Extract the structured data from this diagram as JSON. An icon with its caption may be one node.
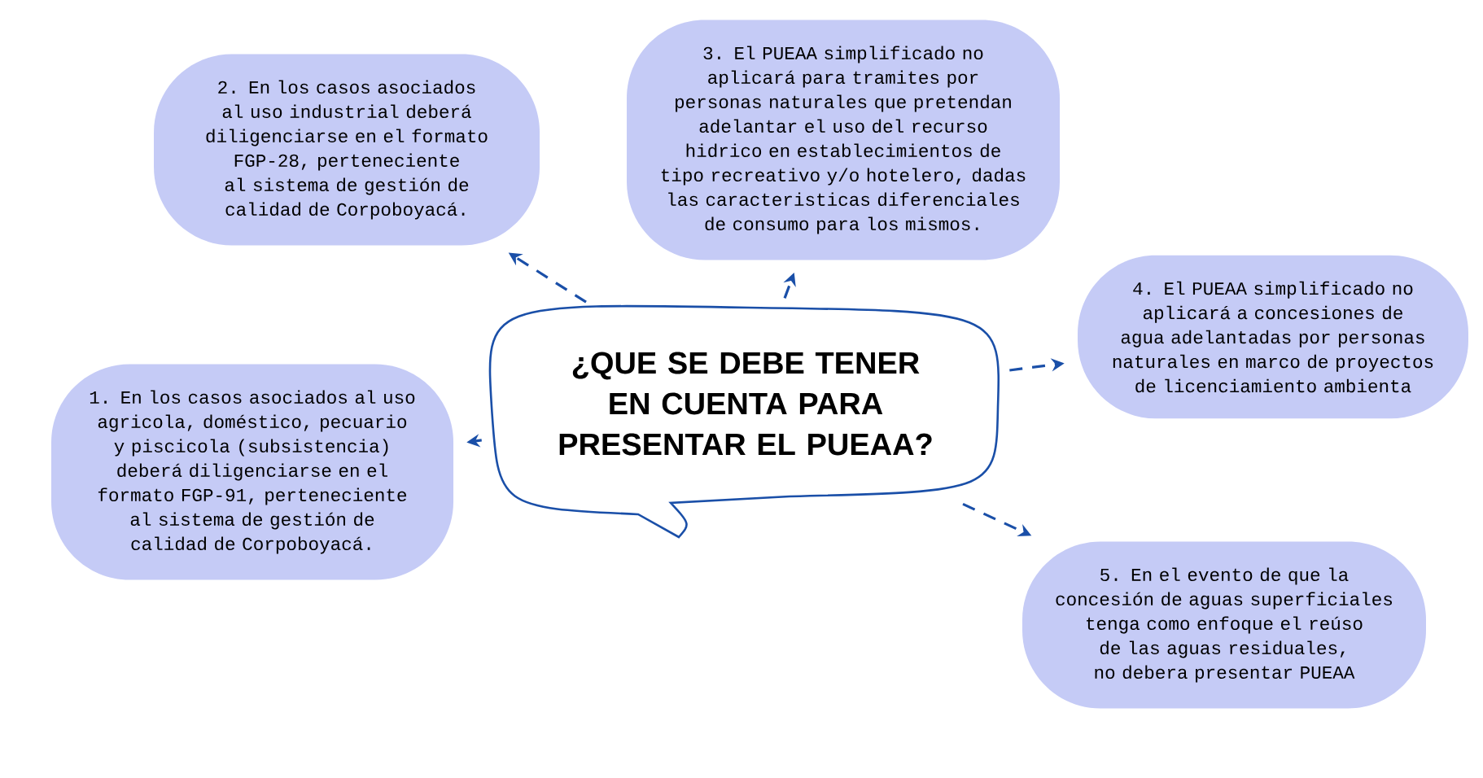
{
  "diagram": {
    "nodes": [
      {
        "text": [
          "¿QUE SE DEBE TENER EN CUENTA PARA PRESENTAR EL PUEAA?"
        ]
      },
      {
        "text": [
          "1. En los casos asociados al uso agricola, doméstico, pecuario y piscicola (subsistencia) deberá diligenciarse en el formato FGP-91, perteneciente al sistema de gestión de calidad de Corpoboyacá."
        ]
      },
      {
        "text": [
          "2. En los casos asociados al uso industrial deberá diligenciarse en el formato FGP-28, perteneciente al sistema de gestión de calidad de Corpoboyacá."
        ]
      },
      {
        "text": [
          "3. El PUEAA simplificado no aplicará para tramites por personas naturales que pretendan adelantar el uso del recurso hidrico en establecimientos de tipo recreativo y/o hotelero, dadas las caracteristicas diferenciales de consumo para los mismos."
        ]
      },
      {
        "text": [
          "4. El PUEAA simplificado no aplicará a concesiones de agua adelantadas por personas naturales en marco de proyectos de licenciamiento ambienta"
        ]
      },
      {
        "text": [
          "5. En el evento de que la concesión de aguas superficiales tenga como enfoque el reúso de las aguas residuales, no debera presentar PUEAA"
        ]
      }
    ],
    "edges": [
      {
        "from": 0,
        "to": 1,
        "arrow": "to",
        "style": "dashed"
      },
      {
        "from": 0,
        "to": 2,
        "arrow": "to",
        "style": "dashed"
      },
      {
        "from": 0,
        "to": 3,
        "arrow": "to",
        "style": "dashed"
      },
      {
        "from": 0,
        "to": 4,
        "arrow": "to",
        "style": "dashed"
      },
      {
        "from": 0,
        "to": 5,
        "arrow": "to",
        "style": "dashed"
      }
    ]
  }
}
